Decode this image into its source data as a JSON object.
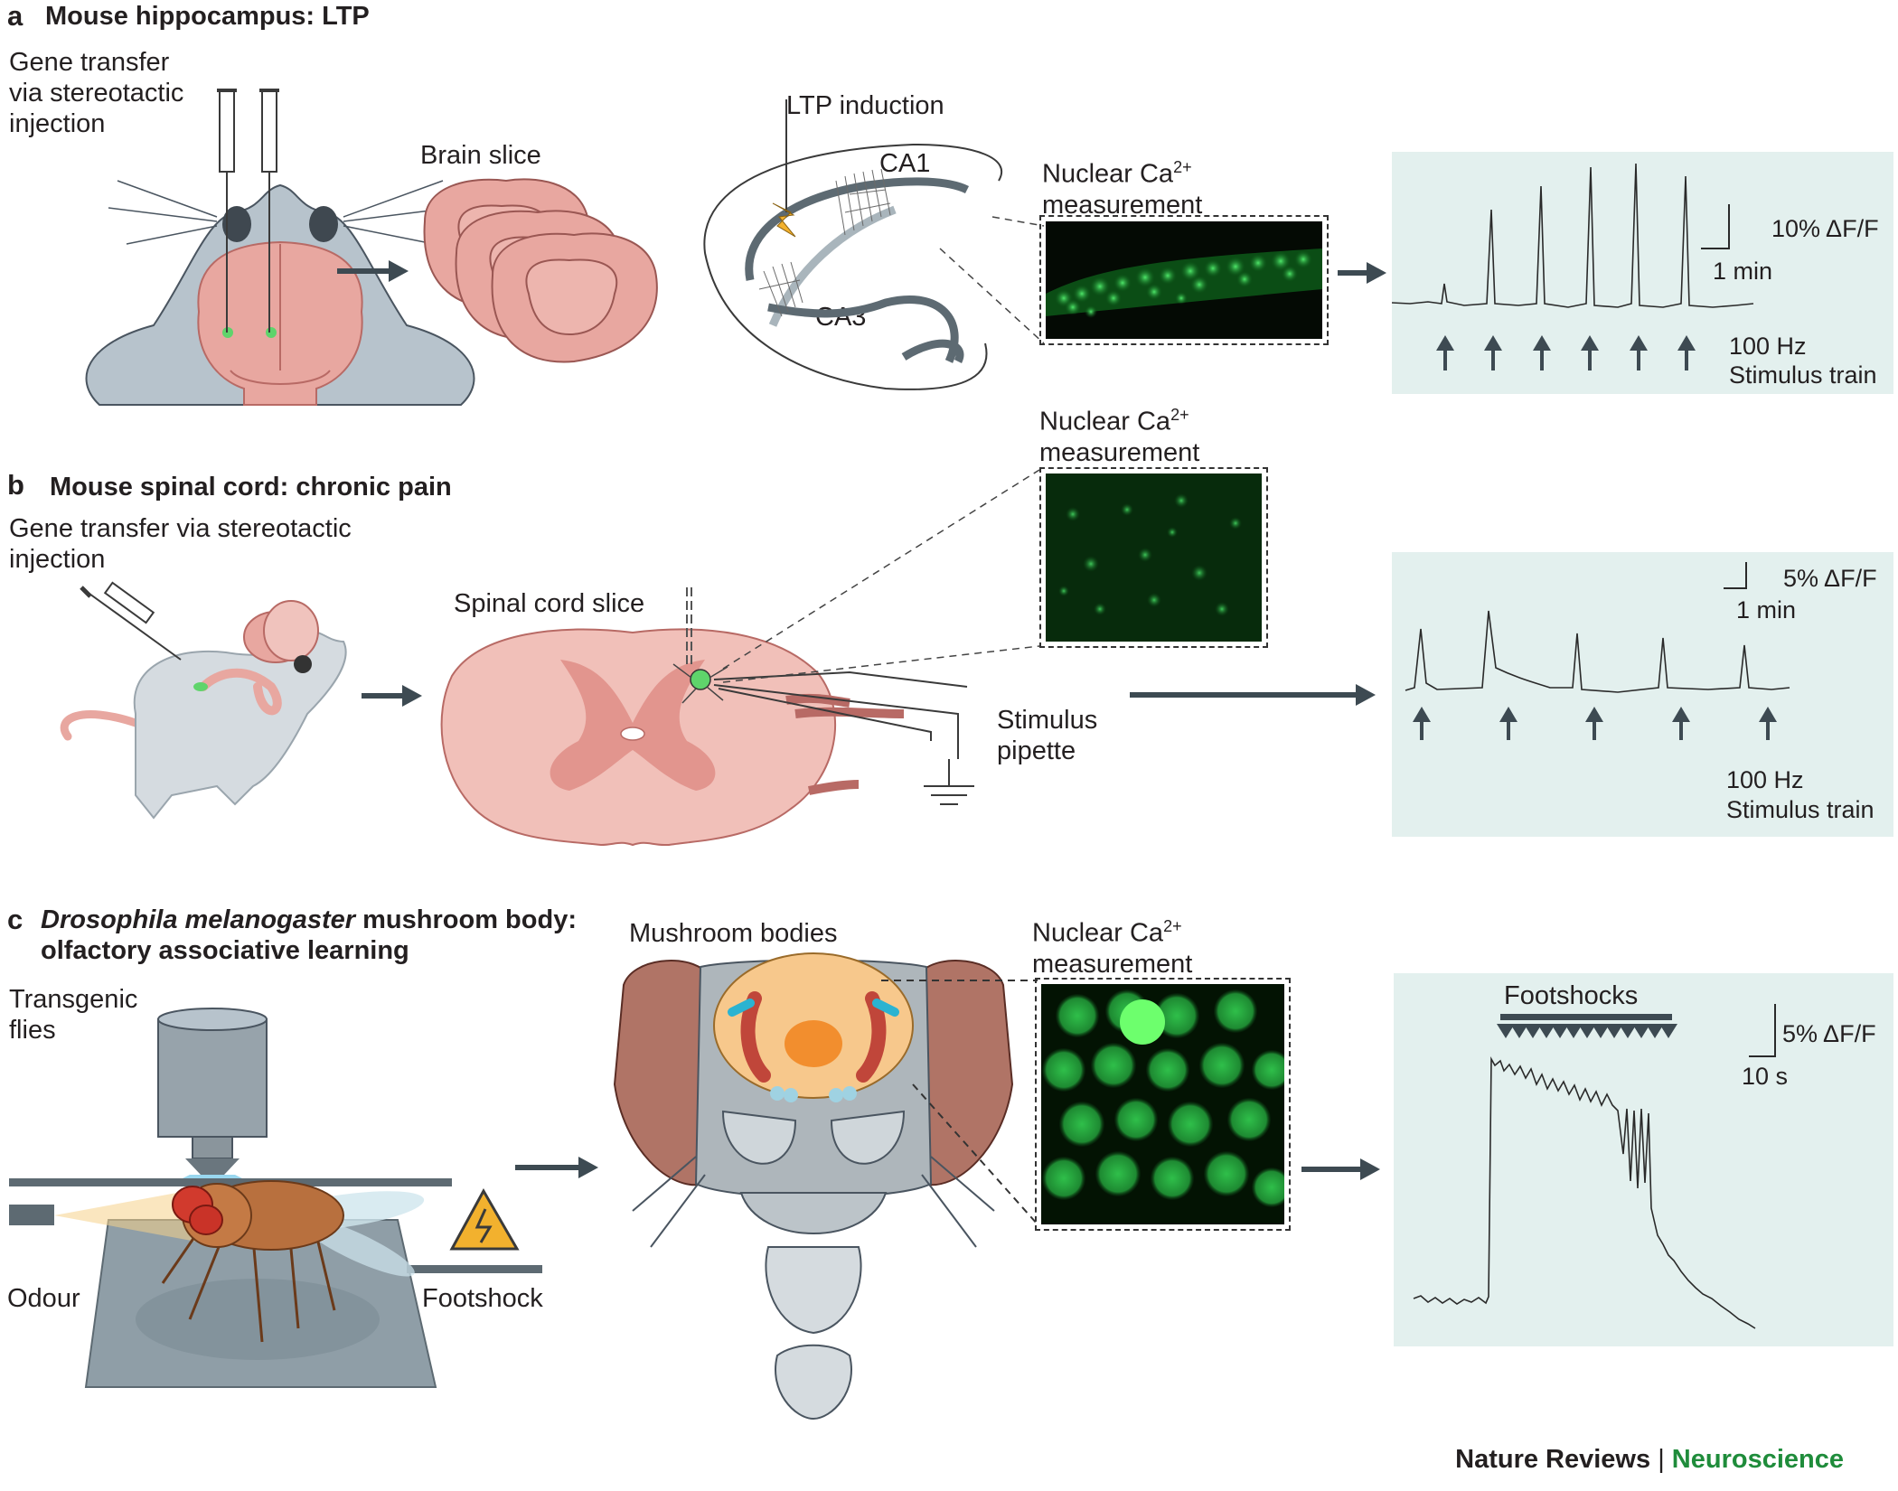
{
  "panels": {
    "a": {
      "letter": "a",
      "title": "Mouse hippocampus: LTP",
      "gene_transfer": "Gene transfer\nvia stereotactic\ninjection",
      "brain_slice": "Brain slice",
      "ltp_induction": "LTP induction",
      "ca1": "CA1",
      "ca3": "CA3",
      "measure_base": "Nuclear Ca",
      "measure_sup": "2+",
      "measure_line2": "measurement",
      "scale_y": "10% ΔF/F",
      "scale_x": "1 min",
      "stim_freq": "100 Hz",
      "stim_label": "Stimulus train"
    },
    "b": {
      "letter": "b",
      "title": "Mouse spinal cord: chronic pain",
      "gene_transfer": "Gene transfer via stereotactic\ninjection",
      "spinal_slice": "Spinal cord slice",
      "stim_pipette": "Stimulus\npipette",
      "measure_base": "Nuclear Ca",
      "measure_sup": "2+",
      "measure_line2": "measurement",
      "scale_y": "5% ΔF/F",
      "scale_x": "1 min",
      "stim_freq": "100 Hz",
      "stim_label": "Stimulus train"
    },
    "c": {
      "letter": "c",
      "title_italic": "Drosophila melanogaster",
      "title_rest": " mushroom body:",
      "title_line2": "olfactory associative learning",
      "transgenic": "Transgenic\nflies",
      "odour": "Odour",
      "footshock": "Footshock",
      "mushroom_bodies": "Mushroom bodies",
      "measure_base": "Nuclear Ca",
      "measure_sup": "2+",
      "measure_line2": "measurement",
      "footshocks": "Footshocks",
      "scale_y": "5% ΔF/F",
      "scale_x": "10 s"
    }
  },
  "footer": {
    "journal": "Nature Reviews",
    "separator": "|",
    "section": "Neuroscience"
  },
  "colors": {
    "trace_panel": "#e3f0ee",
    "arrow": "#3d4a52",
    "tissue": "#e8a7a0",
    "fluorescence": "#2fd24a",
    "accent": "#1f8c3b"
  }
}
